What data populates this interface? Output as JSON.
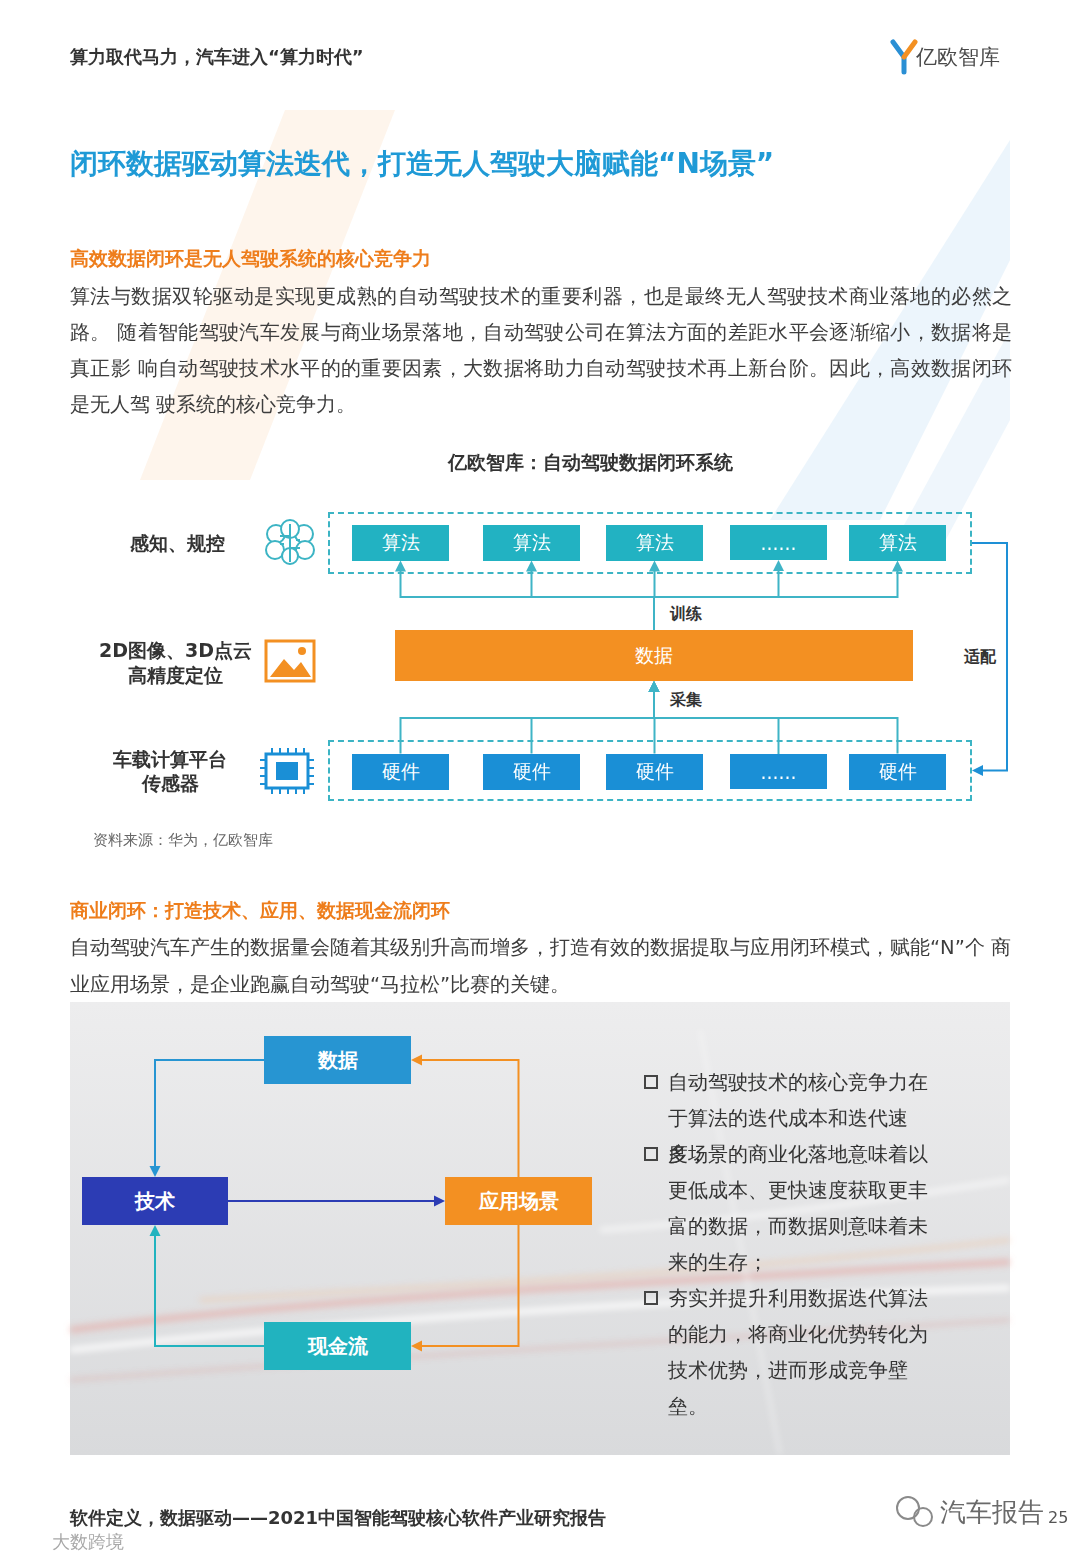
{
  "diagram": {
    "title": "闭环数据驱动算法迭代，打造无人驾驶大脑赋能“N场景”",
    "caption": "资料来源：华为，亿欧智库",
    "nodes": [
      {
        "text": [
          "感知、规控"
        ]
      },
      {
        "text": [
          "算法"
        ],
        "in": 0
      },
      {
        "text": [
          "算法"
        ],
        "in": 0
      },
      {
        "text": [
          "算法"
        ],
        "in": 0
      },
      {
        "text": [
          "......"
        ],
        "in": 0
      },
      {
        "text": [
          "算法"
        ],
        "in": 0
      },
      {
        "text": [
          "数据"
        ]
      },
      {
        "text": [
          "车载计算平台 传感器"
        ]
      },
      {
        "text": [
          "硬件"
        ],
        "in": 7
      },
      {
        "text": [
          "硬件"
        ],
        "in": 7
      },
      {
        "text": [
          "硬件"
        ],
        "in": 7
      },
      {
        "text": [
          "......"
        ],
        "in": 7
      },
      {
        "text": [
          "硬件"
        ],
        "in": 7
      },
      {
        "text": [
          "数据"
        ]
      },
      {
        "text": [
          "技术"
        ]
      },
      {
        "text": [
          "应用场景"
        ]
      },
      {
        "text": [
          "现金流"
        ]
      }
    ],
    "edges": [
      {
        "from": 6,
        "to": 1,
        "arrow": "to"
      },
      {
        "from": 6,
        "to": 2,
        "arrow": "to"
      },
      {
        "from": 6,
        "to": 3,
        "label": "训练",
        "arrow": "to"
      },
      {
        "from": 6,
        "to": 4,
        "arrow": "to"
      },
      {
        "from": 6,
        "to": 5,
        "arrow": "to"
      },
      {
        "from": 8,
        "to": 6,
        "arrow": "to"
      },
      {
        "from": 9,
        "to": 6,
        "arrow": "to"
      },
      {
        "from": 10,
        "to": 6,
        "label": "采集",
        "arrow": "to"
      },
      {
        "from": 11,
        "to": 6,
        "arrow": "to"
      },
      {
        "from": 12,
        "to": 6,
        "arrow": "to"
      },
      {
        "from": 0,
        "to": 7,
        "label": "适配",
        "arrow": "to"
      },
      {
        "from": 13,
        "to": 14,
        "arrow": "to"
      },
      {
        "from": 14,
        "to": 15,
        "arrow": "to"
      },
      {
        "from": 15,
        "to": 13,
        "arrow": "to"
      },
      {
        "from": 15,
        "to": 16,
        "arrow": "to"
      },
      {
        "from": 16,
        "to": 14,
        "arrow": "to"
      }
    ],
    "labels": [
      "算力取代马力，汽车进入“算力时代”",
      "亿欧智库",
      "高效数据闭环是无人驾驶系统的核心竞争力",
      "算法与数据双轮驱动是实现更成熟的自动驾驶技术的重要利器，也是最终无人驾驶技术商业落地的必然之路。 随着智能驾驶汽车发展与商业场景落地，自动驾驶公司在算法方面的差距水平会逐渐缩小，数据将是真正影 响自动驾驶技术水平的的重要因素，大数据将助力自动驾驶技术再上新台阶。因此，高效数据闭环是无人驾 驶系统的核心竞争力。",
      "亿欧智库：自动驾驶数据闭环系统",
      "2D图像、3D点云 高精度定位",
      "商业闭环：打造技术、应用、数据现金流闭环",
      "自动驾驶汽车产生的数据量会随着其级别升高而增多，打造有效的数据提取与应用闭环模式，赋能“N”个 商业应用场景，是企业跑赢自动驾驶“马拉松”比赛的关键。",
      "自动驾驶技术的核心竞争力在 于算法的迭代成本和迭代速度；",
      "多场景的商业化落地意味着以 更低成本、更快速度获取更丰 富的数据，而数据则意味着未 来的生存；",
      "夯实并提升利用数据迭代算法 的能力，将商业化优势转化为 技术优势，进而形成竞争壁垒。",
      "软件定义，数据驱动——2021中国智能驾驶核心软件产业研究报告",
      "汽车报告",
      "大数跨境",
      "25"
    ]
  }
}
